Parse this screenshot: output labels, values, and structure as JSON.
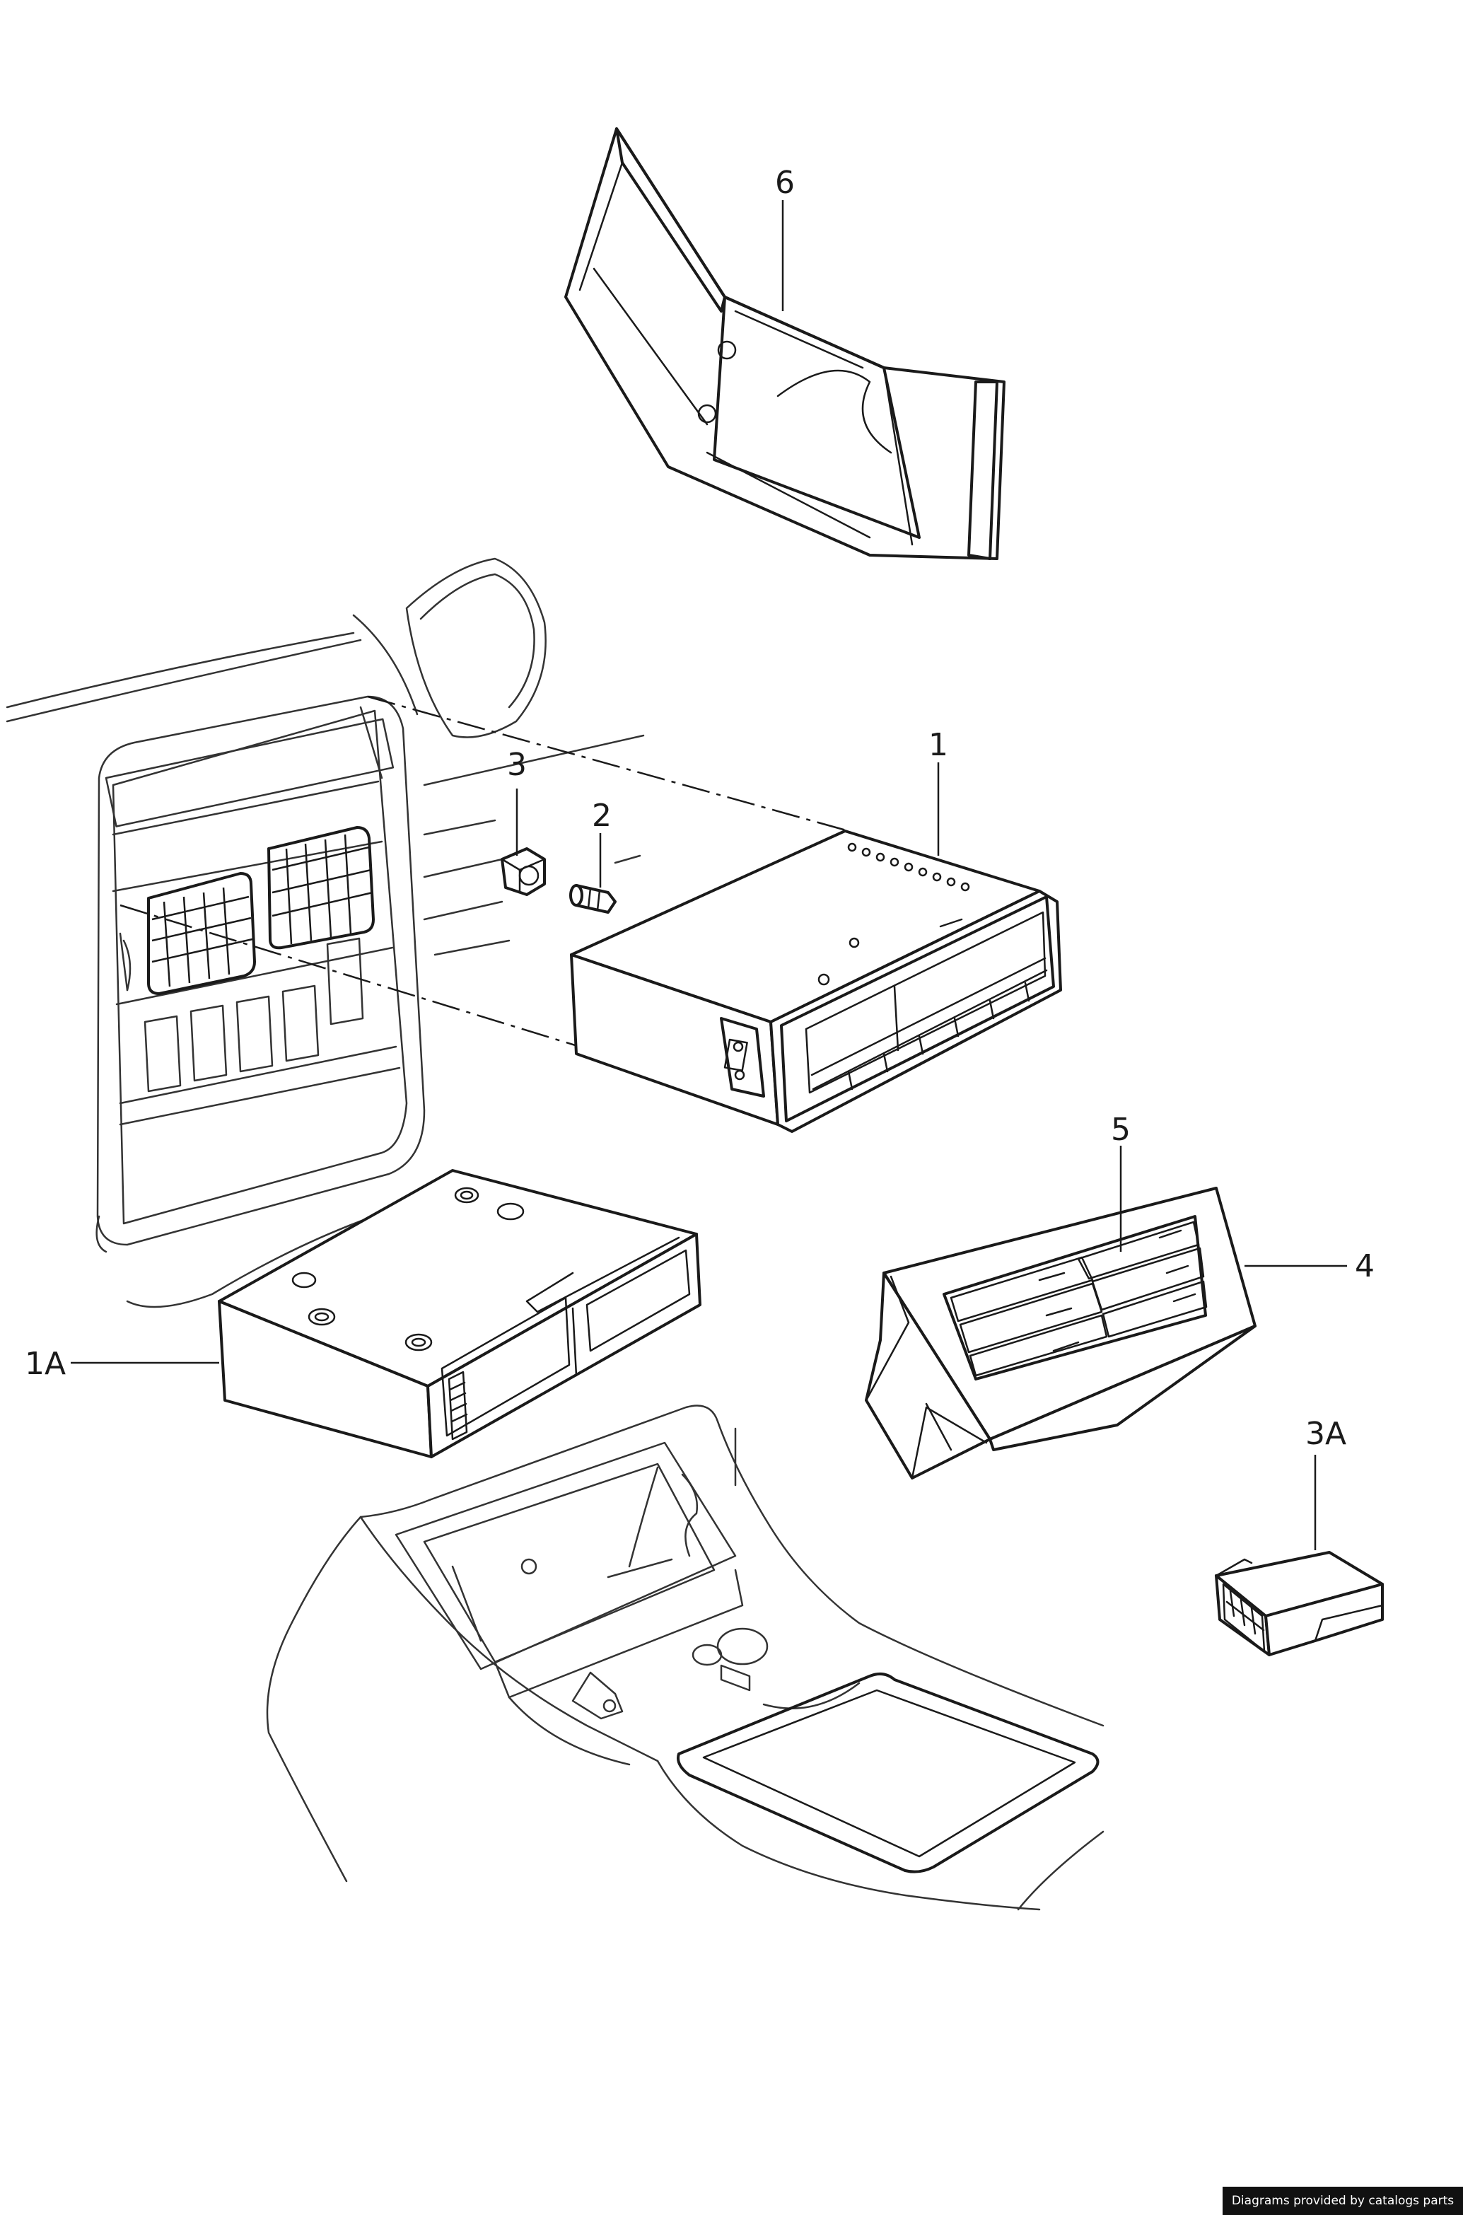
{
  "callouts": {
    "c6": "6",
    "c1": "1",
    "c2": "2",
    "c3": "3",
    "c5": "5",
    "c4": "4",
    "c1a": "1A",
    "c3a": "3A"
  },
  "footer": {
    "credit": "Diagrams provided by catalogs parts"
  },
  "colors": {
    "line": "#1a1a1a",
    "background": "#ffffff",
    "credit_background": "#111111"
  }
}
